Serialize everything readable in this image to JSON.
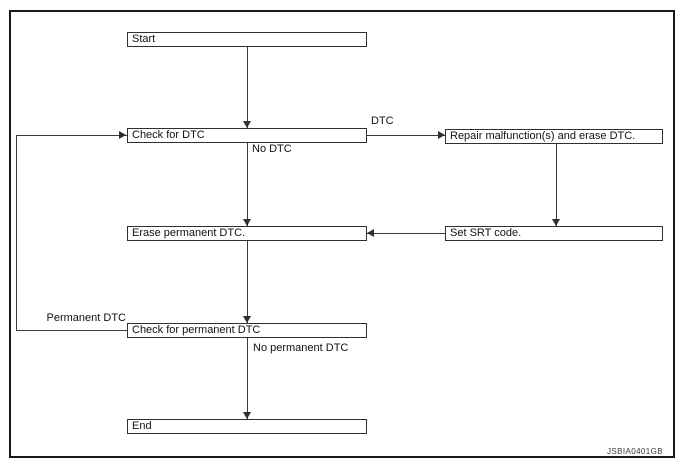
{
  "diagram": {
    "type": "flowchart",
    "caption": "JSBIA0401GB",
    "nodes": {
      "start": {
        "label": "Start"
      },
      "check_dtc": {
        "label": "Check for DTC"
      },
      "repair": {
        "label": "Repair malfunction(s) and erase DTC."
      },
      "erase_permanent": {
        "label": "Erase permanent DTC."
      },
      "set_srt": {
        "label": "Set SRT code."
      },
      "check_permanent": {
        "label": "Check for permanent DTC"
      },
      "end": {
        "label": "End"
      }
    },
    "edge_labels": {
      "dtc": "DTC",
      "no_dtc": "No DTC",
      "permanent_dtc": "Permanent DTC",
      "no_permanent_dtc": "No permanent DTC"
    },
    "flow": [
      "Start -> Check for DTC",
      "Check for DTC -(DTC)-> Repair malfunction(s) and erase DTC.",
      "Repair malfunction(s) and erase DTC. -> Set SRT code.",
      "Set SRT code. -> Erase permanent DTC.",
      "Check for DTC -(No DTC)-> Erase permanent DTC.",
      "Erase permanent DTC. -> Check for permanent DTC",
      "Check for permanent DTC -(Permanent DTC)-> Check for DTC",
      "Check for permanent DTC -(No permanent DTC)-> End"
    ],
    "colors": {
      "background": "#ffffff",
      "box_fill": "#ffffff",
      "line": "#3a3a3a",
      "frame": "#1a1a1a"
    }
  }
}
